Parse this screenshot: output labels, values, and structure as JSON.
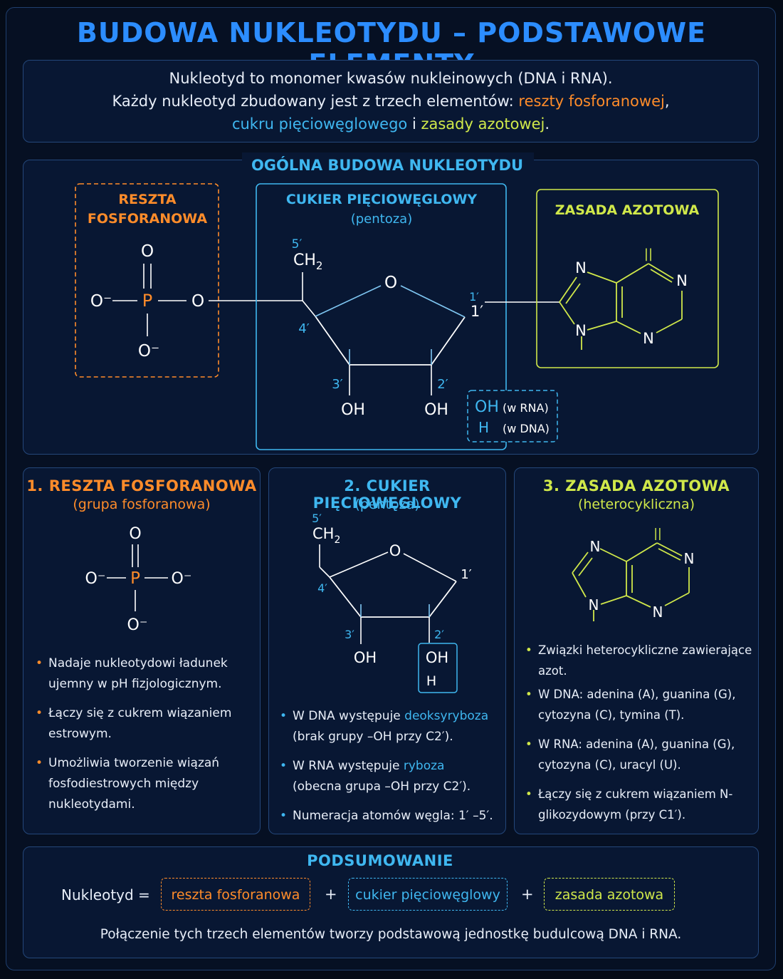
{
  "title": "BUDOWA NUKLEOTYDU – PODSTAWOWE ELEMENTY",
  "intro": {
    "line1": "Nukleotyd to monomer kwasów nukleinowych (DNA i RNA).",
    "line2_pre": "Każdy nukleotyd zbudowany jest z trzech elementów: ",
    "line2_hl": "reszty fosforanowej",
    "line2_post": ",",
    "line3_hl1": "cukru pięciowęglowego",
    "line3_mid": " i ",
    "line3_hl2": "zasady azotowej",
    "line3_post": "."
  },
  "general": {
    "title": "OGÓLNA BUDOWA NUKLEOTYDU",
    "phosphate": {
      "label1": "RESZTA",
      "label2": "FOSFORANOWA",
      "o_top": "O",
      "p": "P",
      "o_left": "O⁻",
      "o_right": "O",
      "o_bottom": "O⁻"
    },
    "sugar": {
      "label": "CUKIER PIĘCIOWĘGLOWY",
      "sub": "(pentoza)",
      "c5": "5′",
      "ch2": "CH",
      "ch2_sub": "2",
      "ring_o": "O",
      "c1": "1′",
      "c1b": "1′",
      "c4": "4′",
      "c3": "3′",
      "c2": "2′",
      "oh3": "OH",
      "oh2": "OH",
      "alt_oh": "OH",
      "alt_oh_note": "(w RNA)",
      "alt_h": "H",
      "alt_h_note": "(w DNA)"
    },
    "base": {
      "label": "ZASADA AZOTOWA",
      "n1": "N",
      "n2": "N",
      "n3": "N",
      "n4": "N",
      "dbl": "||"
    }
  },
  "cards": [
    {
      "title": "1. RESZTA FOSFORANOWA",
      "sub": "(grupa fosforanowa)",
      "chem": {
        "o_top": "O",
        "p": "P",
        "o_left": "O⁻",
        "o_right": "O⁻",
        "o_bottom": "O⁻"
      },
      "bullets": [
        "Nadaje nukleotydowi ładunek ujemny w pH fizjologicznym.",
        "Łączy się z cukrem wiązaniem estrowym.",
        "Umożliwia tworzenie wiązań fosfodiestrowych między nukleotydami."
      ]
    },
    {
      "title": "2. CUKIER PIĘCIOWĘGLOWY",
      "sub": "(pentoza)",
      "chem": {
        "c5": "5′",
        "ch2": "CH",
        "ch2_sub": "2",
        "ring_o": "O",
        "c1": "1′",
        "c4": "4′",
        "c3": "3′",
        "c2": "2′",
        "oh3": "OH",
        "oh2": "OH",
        "h2": "H"
      },
      "bullets": [
        {
          "pre": "W DNA występuje ",
          "hl": "deoksyryboza",
          "post": " (brak grupy –OH przy C2′)."
        },
        {
          "pre": "W RNA występuje ",
          "hl": "ryboza",
          "post": " (obecna grupa –OH przy C2′)."
        },
        {
          "pre": "Numeracja atomów węgla: 1′ –5′.",
          "hl": "",
          "post": ""
        }
      ]
    },
    {
      "title": "3. ZASADA AZOTOWA",
      "sub": "(heterocykliczna)",
      "chem": {
        "n1": "N",
        "n2": "N",
        "n3": "N",
        "n4": "N",
        "dbl": "||"
      },
      "bullets": [
        "Związki heterocykliczne zawierające azot.",
        "W DNA: adenina (A), guanina (G), cytozyna (C), tymina (T).",
        "W RNA: adenina (A), guanina (G), cytozyna (C), uracyl (U).",
        "Łączy się z cukrem wiązaniem N-glikozydowym (przy C1′)."
      ]
    }
  ],
  "summary": {
    "title": "PODSUMOWANIE",
    "lhs": "Nukleotyd =",
    "p1": "reszta fosforanowa",
    "plus1": "+",
    "p2": "cukier pięciowęglowy",
    "plus2": "+",
    "p3": "zasada azotowa",
    "footer": "Połączenie tych trzech elementów tworzy podstawową jednostkę budulcową DNA i RNA."
  },
  "colors": {
    "orange": "#ff8c2a",
    "cyan": "#3fb7f0",
    "lime": "#d0e84a",
    "title_blue": "#2c8dff"
  }
}
